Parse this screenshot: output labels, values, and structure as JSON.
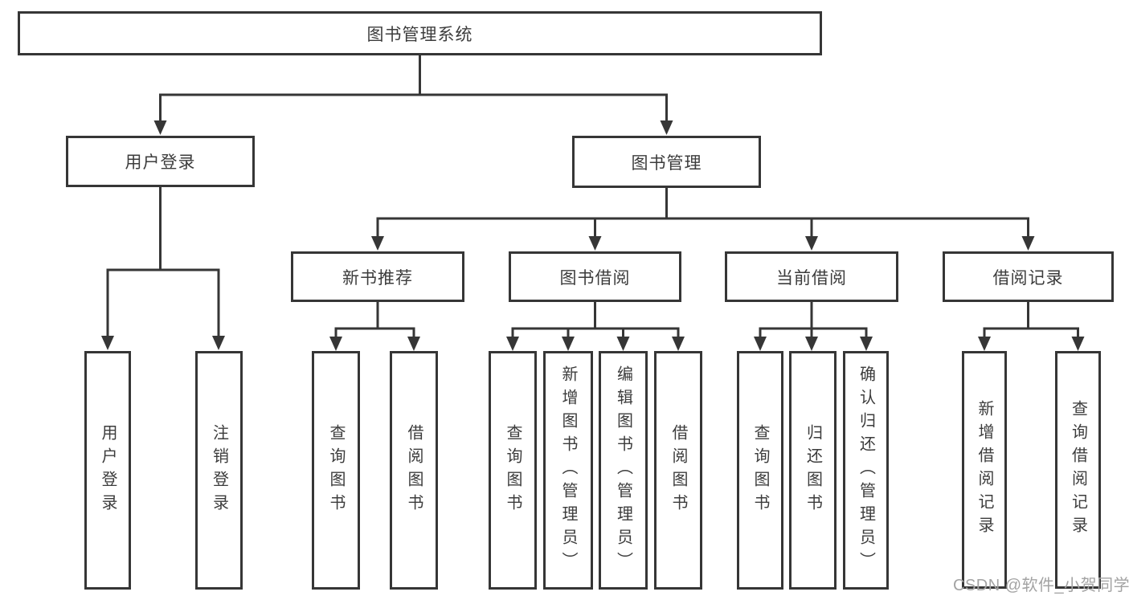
{
  "diagram": {
    "title_note": "functional structure chart",
    "root": {
      "label": "图书管理系统"
    },
    "level2": [
      {
        "label": "用户登录"
      },
      {
        "label": "图书管理"
      }
    ],
    "level3": [
      {
        "label": "新书推荐"
      },
      {
        "label": "图书借阅"
      },
      {
        "label": "当前借阅"
      },
      {
        "label": "借阅记录"
      }
    ],
    "leaves": {
      "user_login": [
        "用户登录",
        "注销登录"
      ],
      "new_book": [
        "查询图书",
        "借阅图书"
      ],
      "book_borrow": [
        "查询图书",
        "新增图书（管理员）",
        "编辑图书（管理员）",
        "借阅图书"
      ],
      "current_borrow": [
        "查询图书",
        "归还图书",
        "确认归还（管理员）"
      ],
      "borrow_record": [
        "新增借阅记录",
        "查询借阅记录"
      ]
    }
  },
  "watermark": {
    "text": "CSDN @软件_小贺同学"
  },
  "colors": {
    "line": "#363636",
    "box_border": "#363636",
    "text": "#3c3c3c",
    "watermark": "#a3a3a3",
    "background": "#ffffff"
  }
}
